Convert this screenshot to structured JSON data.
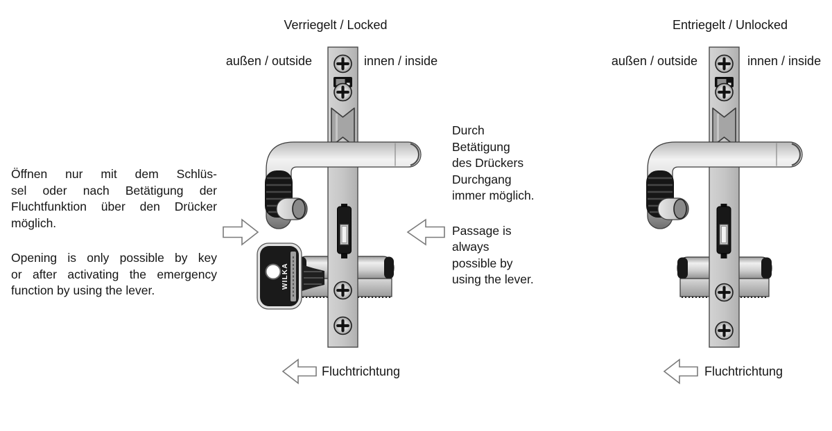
{
  "locked_panel": {
    "title": "Verriegelt / Locked",
    "outside_label": "außen / outside",
    "inside_label": "innen / inside",
    "escape_label": "Fluchtrichtung",
    "key_brand": "WILKA"
  },
  "unlocked_panel": {
    "title": "Entriegelt / Unlocked",
    "outside_label": "außen / outside",
    "inside_label": "innen / inside",
    "escape_label": "Fluchtrichtung"
  },
  "notes": {
    "locked_de_lines": [
      "Öffnen nur mit dem Schlüs-",
      "sel oder nach Betätigung der",
      "Fluchtfunktion über den Drücker",
      "möglich."
    ],
    "locked_en_lines": [
      "Opening is only possible by key",
      "or after activating the emergency",
      "function by using the lever."
    ],
    "passage_de_lines": [
      "Durch",
      "Betätigung",
      "des Drückers",
      "Durchgang",
      "immer möglich."
    ],
    "passage_en_lines": [
      "Passage is",
      "always",
      "possible by",
      "using the lever."
    ]
  },
  "colors": {
    "background": "#ffffff",
    "text": "#151515",
    "faceplate": "#c6c6c6",
    "arrow_stroke": "#7a7a7a",
    "grip_black": "#161616"
  }
}
